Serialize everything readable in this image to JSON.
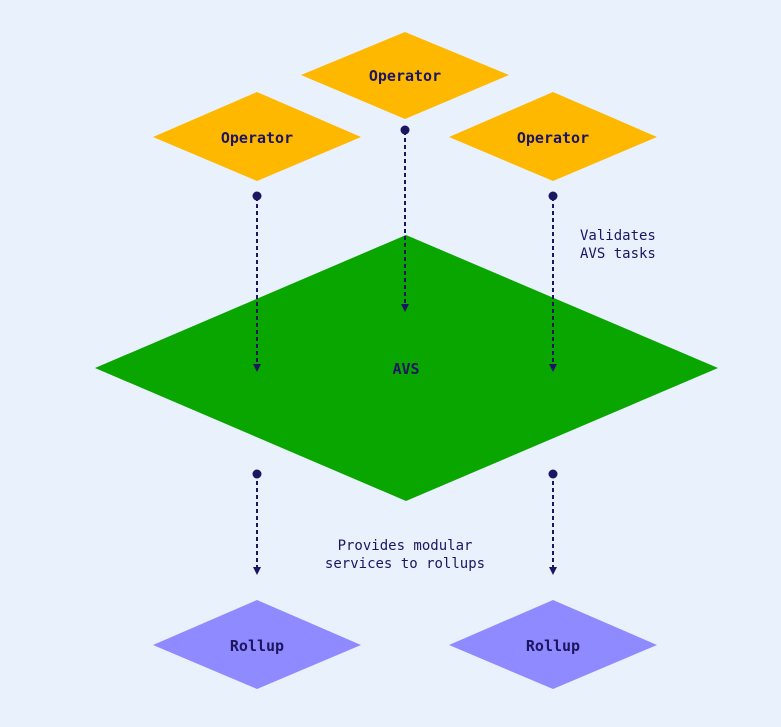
{
  "colors": {
    "background": "#e9f1fd",
    "operator": "#ffb800",
    "avs": "#0aa600",
    "rollup": "#8f8aff",
    "ink": "#1c1660"
  },
  "nodes": {
    "operator_top": "Operator",
    "operator_left": "Operator",
    "operator_right": "Operator",
    "avs": "AVS",
    "rollup_left": "Rollup",
    "rollup_right": "Rollup"
  },
  "annotations": {
    "validates": [
      "Validates",
      "AVS tasks"
    ],
    "provides": [
      "Provides modular",
      "services to rollups"
    ]
  }
}
